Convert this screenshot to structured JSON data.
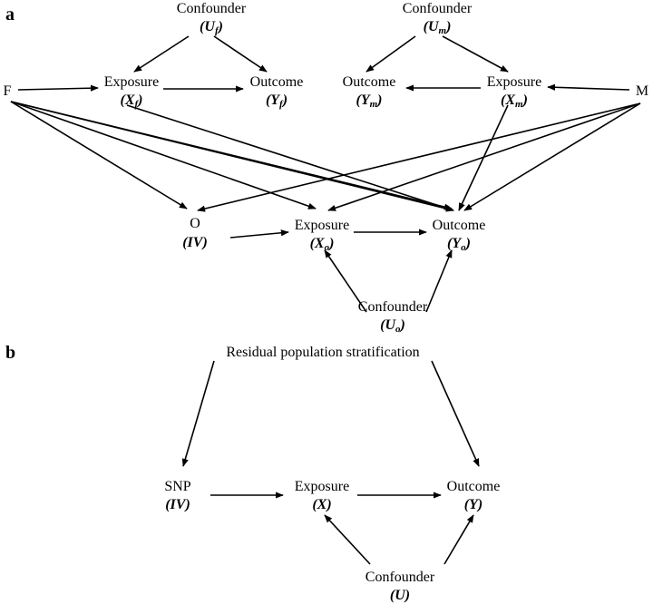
{
  "panels": {
    "a": {
      "letter": "a",
      "nodes": {
        "confounder_f": {
          "label": "Confounder",
          "symbol": "(U",
          "sub": "f",
          "close": ")"
        },
        "confounder_m": {
          "label": "Confounder",
          "symbol": "(U",
          "sub": "m",
          "close": ")"
        },
        "exposure_f": {
          "label": "Exposure",
          "symbol": "(X",
          "sub": "f",
          "close": ")"
        },
        "outcome_f": {
          "label": "Outcome",
          "symbol": "(Y",
          "sub": "f",
          "close": ")"
        },
        "outcome_m": {
          "label": "Outcome",
          "symbol": "(Y",
          "sub": "m",
          "close": ")"
        },
        "exposure_m": {
          "label": "Exposure",
          "symbol": "(X",
          "sub": "m",
          "close": ")"
        },
        "father": {
          "label": "F"
        },
        "mother": {
          "label": "M"
        },
        "offspring_iv": {
          "label": "O",
          "symbol": "(IV)"
        },
        "exposure_o": {
          "label": "Exposure",
          "symbol": "(X",
          "sub": "o",
          "close": ")"
        },
        "outcome_o": {
          "label": "Outcome",
          "symbol": "(Y",
          "sub": "o",
          "close": ")"
        },
        "confounder_o": {
          "label": "Confounder",
          "symbol": "(U",
          "sub": "o",
          "close": ")"
        }
      }
    },
    "b": {
      "letter": "b",
      "nodes": {
        "stratification": {
          "label": "Residual population stratification"
        },
        "snp": {
          "label": "SNP",
          "symbol": "(IV)"
        },
        "exposure": {
          "label": "Exposure",
          "symbol": "(X)"
        },
        "outcome": {
          "label": "Outcome",
          "symbol": "(Y)"
        },
        "confounder": {
          "label": "Confounder",
          "symbol": "(U)"
        }
      }
    }
  }
}
